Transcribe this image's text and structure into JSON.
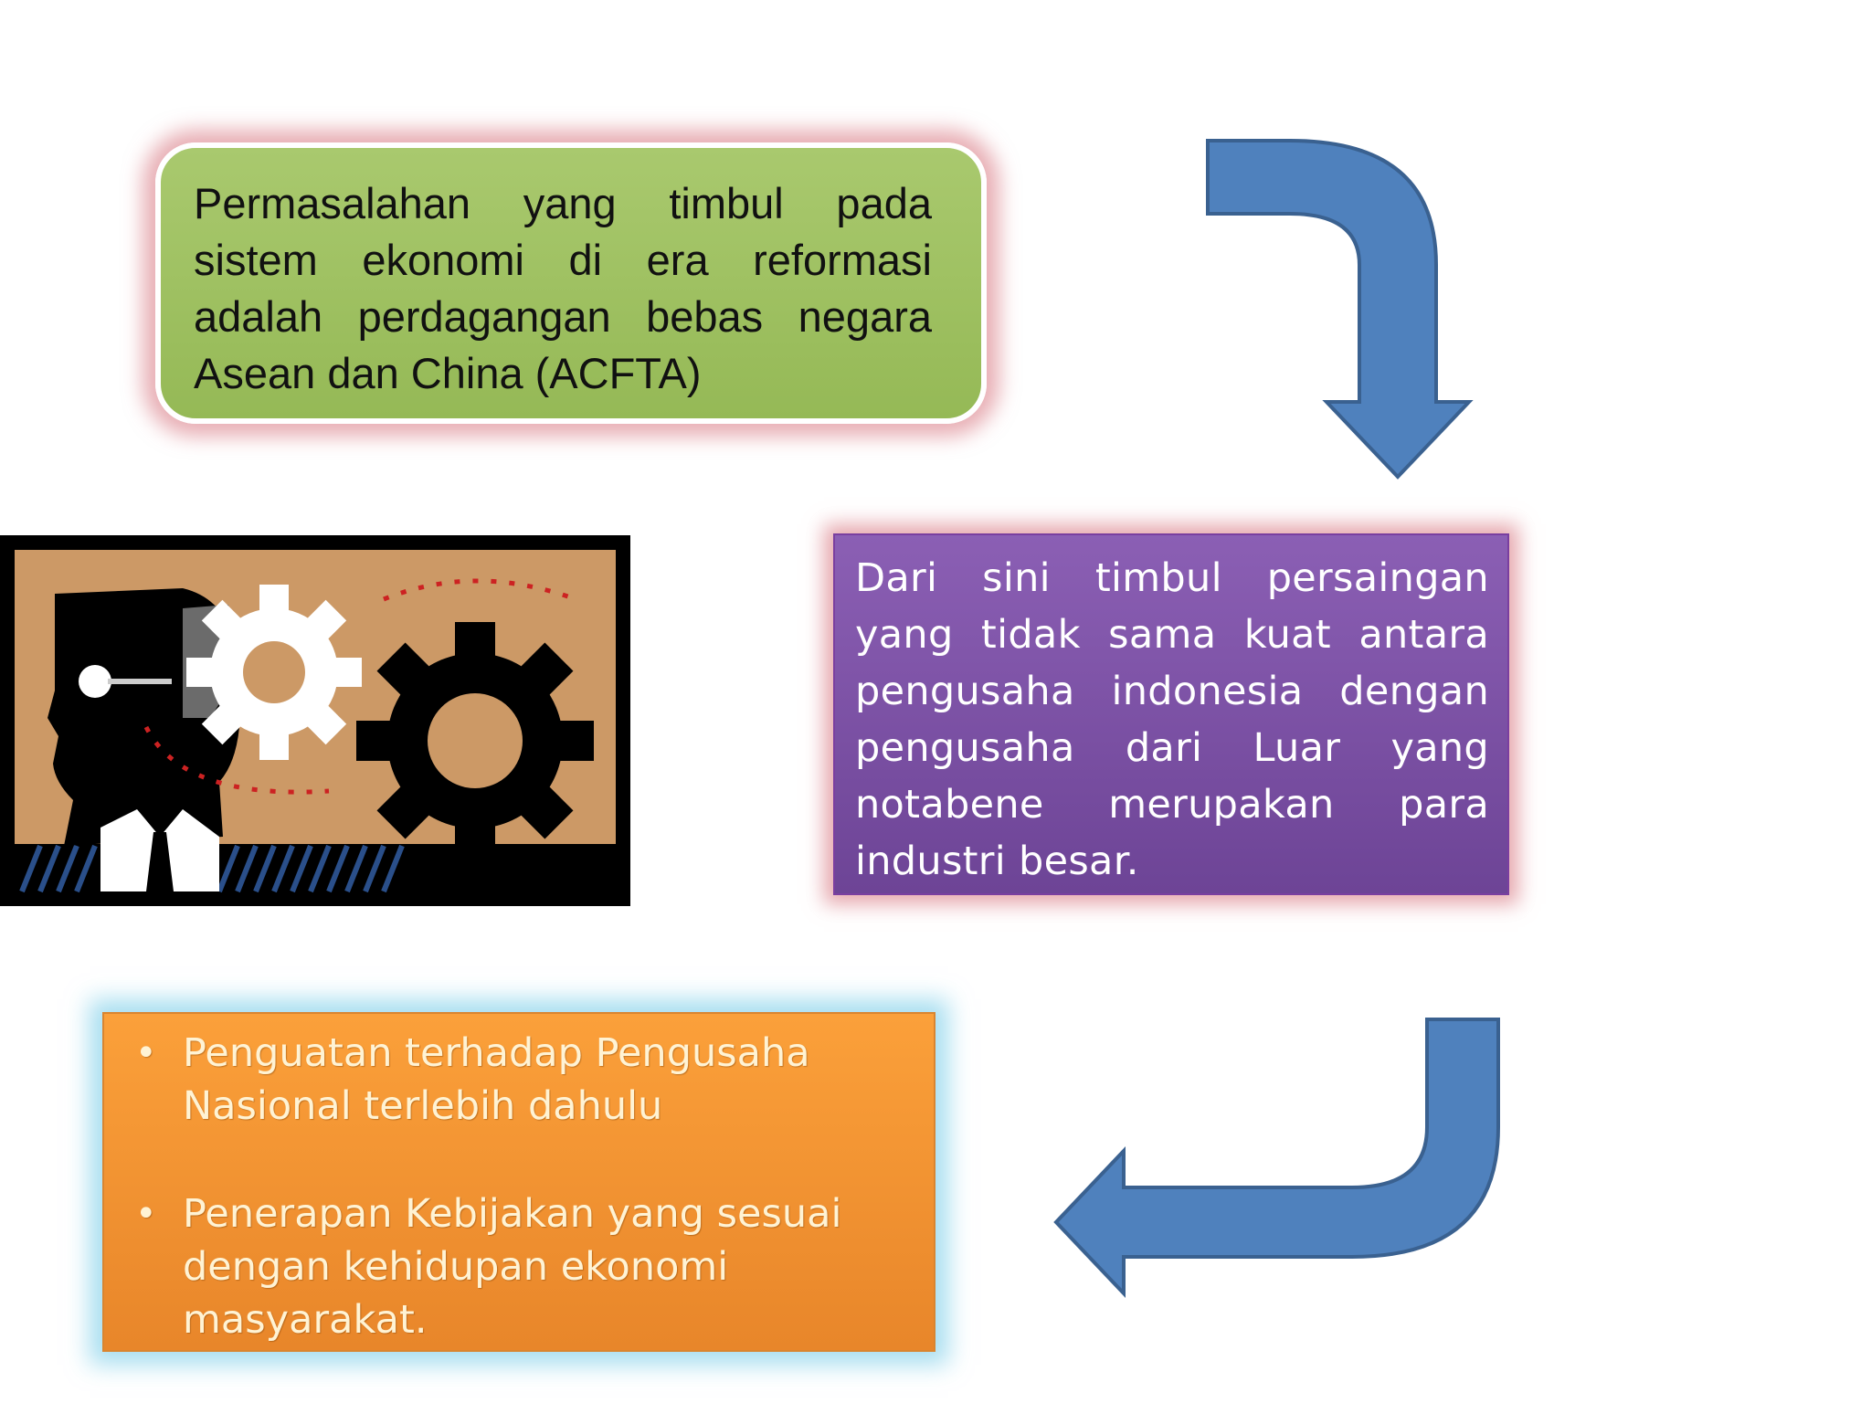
{
  "boxes": {
    "problem": {
      "text": "Permasalahan yang timbul pada sistem ekonomi di era reformasi adalah perdagangan bebas negara Asean dan China (ACFTA)"
    },
    "consequence": {
      "text": "Dari sini timbul persaingan yang tidak sama kuat antara pengusaha indonesia dengan pengusaha dari Luar yang notabene merupakan para industri besar."
    },
    "solutions": {
      "items": [
        "Penguatan terhadap Pengusaha Nasional terlebih dahulu",
        "Penerapan Kebijakan yang sesuai dengan kehidupan ekonomi masyarakat."
      ]
    }
  },
  "colors": {
    "green_box": "#9ec060",
    "purple_box": "#7c52a6",
    "orange_box": "#f39533",
    "arrow_fill": "#4f81bd",
    "arrow_stroke": "#3a6190",
    "green_glow": "#d66e78",
    "orange_glow": "#6ec8e6",
    "illustration_bg": "#cc9966"
  },
  "icons": {
    "illustration": "businessman-with-gears-icon",
    "arrow_top": "curved-arrow-down-icon",
    "arrow_bottom": "curved-arrow-left-icon"
  }
}
